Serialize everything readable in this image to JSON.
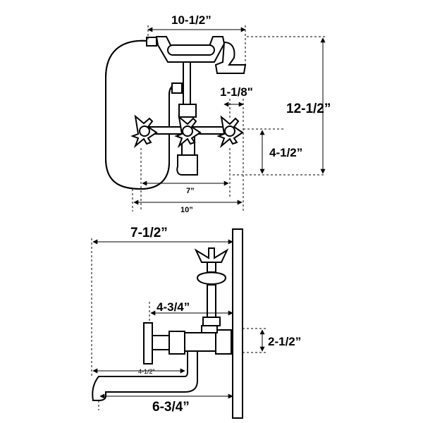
{
  "top_view": {
    "overall_width": "10-1/2”",
    "overall_height": "12-1/2”",
    "handle_offset": "1-1/8\"",
    "spout_height": "4-1/2”",
    "center_spacing": "7”",
    "base_width": "10”"
  },
  "side_view": {
    "overall_depth": "7-1/2”",
    "handle_reach": "4-3/4”",
    "wall_plate_height": "2-1/2”",
    "spout_reach_small": "4-1/2”",
    "spout_length": "6-3/4”"
  }
}
